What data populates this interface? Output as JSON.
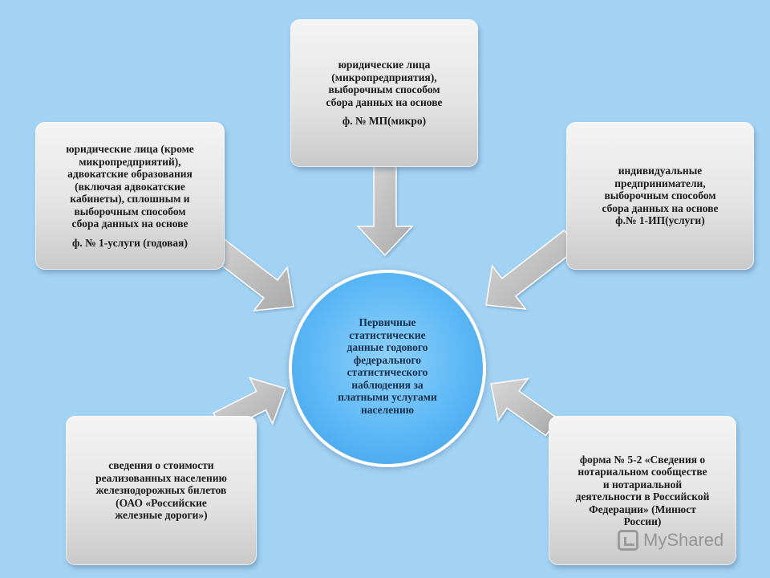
{
  "center": {
    "text": "Первичные\nстатистические\nданные годового\nфедерального\nстатистического\nнаблюдения за\nплатными  услугами\nнаселению"
  },
  "boxes": {
    "top": {
      "text": "юридические лица\n(микропредприятия),\nвыборочным способом\nсбора данных на основе",
      "form": "ф. № МП(микро)"
    },
    "left": {
      "text": "юридические лица (кроме\nмикропредприятий),\nадвокатские образования\n(включая адвокатские\nкабинеты), сплошным и\nвыборочным способом\nсбора данных на основе",
      "form": "ф. № 1-услуги (годовая)"
    },
    "right": {
      "text": "индивидуальные\nпредприниматели,\nвыборочным способом\nсбора данных  на основе\nф.№ 1-ИП(услуги)"
    },
    "bottom_left": {
      "text": "сведения о стоимости\nреализованных населению\nжелезнодорожных билетов\n(ОАО «Российские\nжелезные дороги»)"
    },
    "bottom_right": {
      "text": "форма № 5-2 «Сведения о\nнотариальном сообществе\nи нотариальной\nдеятельности в Российской\nФедерации» (Минюст\nРоссии)"
    }
  },
  "watermark": {
    "text": "MyShared",
    "icon": "myshared-logo-icon"
  },
  "colors": {
    "background": "#a3d3f4",
    "circle": "#5cb7f5",
    "arrow": "#b9b9b9",
    "box": "#e6e6e6"
  }
}
